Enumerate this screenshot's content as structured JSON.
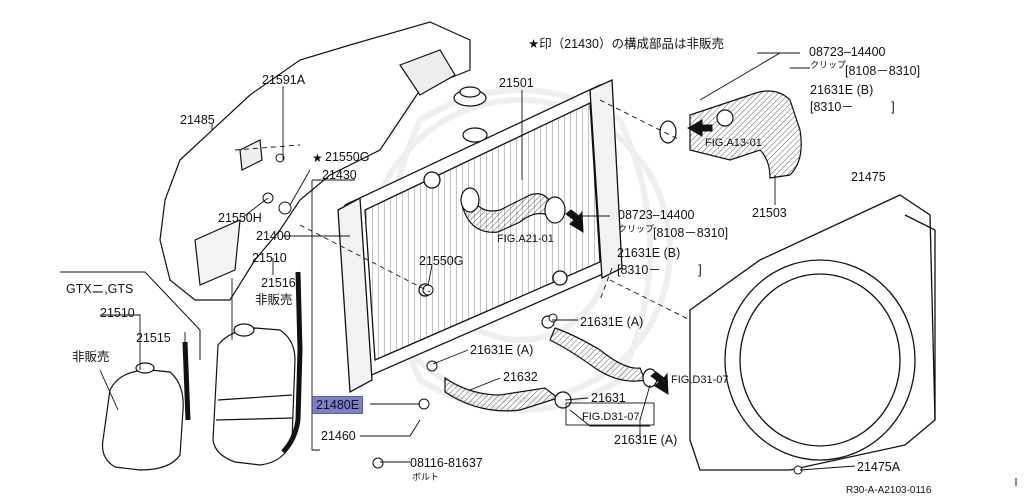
{
  "note": "★印（21430）の構成部品は非販売",
  "footer_code": "R30-A-A2103-0116",
  "labels": {
    "p21591A": "21591A",
    "p21485": "21485",
    "p21550G_top": "21550G",
    "p21430": "21430",
    "p21550H": "21550H",
    "p21400": "21400",
    "p21510_center": "21510",
    "p21516": "21516",
    "hihanbai_center": "非販売",
    "gtx_group": "GTXニ,GTS",
    "p21510_left": "21510",
    "p21515": "21515",
    "hihanbai_left": "非販売",
    "p21501": "21501",
    "clip_top_num": "08723–14400",
    "clip_top_kana": "クリップ",
    "clip_top_range": "[8108－8310]",
    "p21631E_B_top": "21631E (B)",
    "p21631E_B_top_range": "[8310－　　　]",
    "figA13": "FIG.A13-01",
    "p21503": "21503",
    "p21475": "21475",
    "clip_mid_num": "08723–14400",
    "clip_mid_kana": "クリップ",
    "clip_mid_range": "[8108－8310]",
    "figA21": "FIG.A21-01",
    "p21631E_B_mid": "21631E (B)",
    "p21631E_B_mid_range": "[8310－　　　]",
    "p21550G_mid": "21550G",
    "p21631E_A_1": "21631E (A)",
    "p21631E_A_2": "21631E (A)",
    "figD31_right": "FIG.D31-07",
    "p21632": "21632",
    "p21631": "21631",
    "figD31_bottom": "FIG.D31-07",
    "p21631E_A_3": "21631E (A)",
    "p21480E": "21480E",
    "p21460": "21460",
    "bolt_num": "08116-81637",
    "bolt_kana": "ボルト",
    "p21475A": "21475A"
  }
}
